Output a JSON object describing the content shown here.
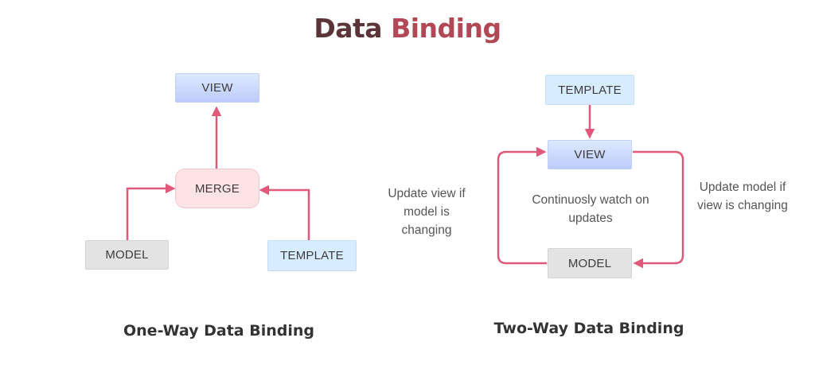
{
  "title": {
    "word1": "Data",
    "word2": "Binding"
  },
  "one_way": {
    "view": "VIEW",
    "merge": "MERGE",
    "model": "MODEL",
    "template": "TEMPLATE",
    "caption": "One-Way Data Binding"
  },
  "two_way": {
    "template": "TEMPLATE",
    "view": "VIEW",
    "model": "MODEL",
    "center_note": "Continuosly watch on updates",
    "left_note": "Update view if model is changing",
    "right_note": "Update model if view is changing",
    "caption": "Two-Way Data Binding"
  },
  "colors": {
    "arrow": "#e0587a",
    "title_dark": "#5a3438",
    "title_accent": "#b24755",
    "view_fill": "#c6d4fc",
    "template_fill": "#d8ecff",
    "model_fill": "#e3e3e3",
    "merge_fill": "#fde3e6"
  }
}
